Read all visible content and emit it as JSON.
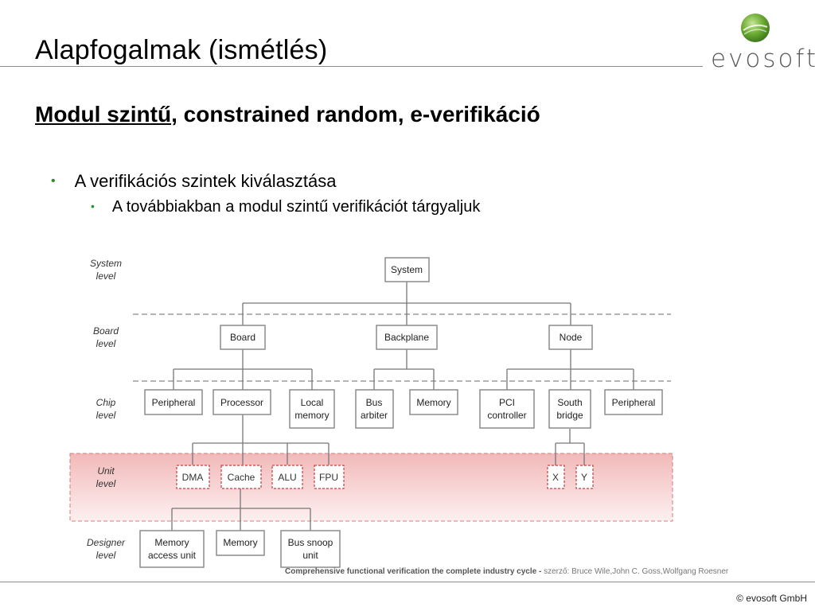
{
  "slide": {
    "title": "Alapfogalmak (ismétlés)",
    "subtitle_underlined": "Modul szintű",
    "subtitle_rest": ", constrained random, e-verifikáció",
    "bullet_1": "A verifikációs szintek kiválasztása",
    "bullet_2": "A továbbiakban a modul szintű verifikációt tárgyaljuk",
    "logo_text": "evosoft",
    "credit_bold": "Comprehensive functional verification the complete industry cycle -",
    "credit_rest": " szerző: Bruce Wile,John C. Goss,Wolfgang Roesner",
    "copyright": "© evosoft GmbH"
  },
  "colors": {
    "bullet": "#2e8b2e",
    "unit_band": "#f6c8c8",
    "logo_green": "#5aa02c"
  },
  "diagram": {
    "levels": [
      {
        "line1": "System",
        "line2": "level"
      },
      {
        "line1": "Board",
        "line2": "level"
      },
      {
        "line1": "Chip",
        "line2": "level"
      },
      {
        "line1": "Unit",
        "line2": "level"
      },
      {
        "line1": "Designer",
        "line2": "level"
      }
    ],
    "nodes": {
      "system": "System",
      "board": "Board",
      "backplane": "Backplane",
      "node": "Node",
      "peripheral_1": "Peripheral",
      "processor": "Processor",
      "local_memory": [
        "Local",
        "memory"
      ],
      "bus_arbiter": [
        "Bus",
        "arbiter"
      ],
      "memory_chip": "Memory",
      "pci_controller": [
        "PCI",
        "controller"
      ],
      "south_bridge": [
        "South",
        "bridge"
      ],
      "peripheral_2": "Peripheral",
      "dma": "DMA",
      "cache": "Cache",
      "alu": "ALU",
      "fpu": "FPU",
      "x": "X",
      "y": "Y",
      "memory_access_unit": [
        "Memory",
        "access unit"
      ],
      "memory_designer": "Memory",
      "bus_snoop_unit": [
        "Bus snoop",
        "unit"
      ]
    }
  }
}
